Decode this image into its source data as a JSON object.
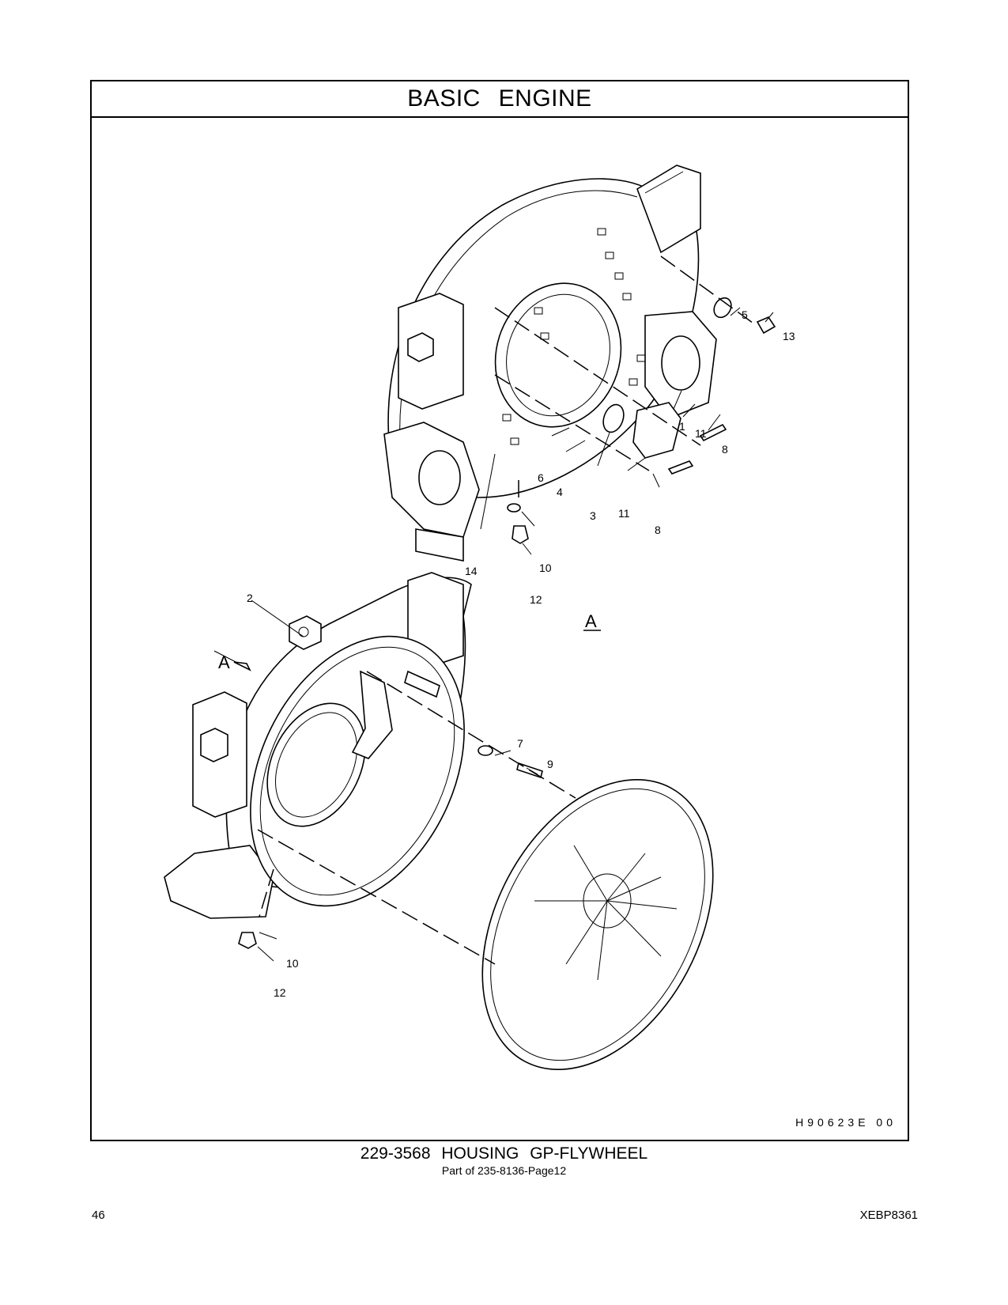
{
  "header": {
    "title": "BASIC ENGINE"
  },
  "drawing": {
    "code": "H90623E 00",
    "view_label": "A",
    "view_arrow_label": "A",
    "callouts_upper": [
      "5",
      "13",
      "1",
      "11",
      "8",
      "6",
      "4",
      "3",
      "11",
      "8",
      "14",
      "10",
      "12"
    ],
    "callouts_lower": [
      "2",
      "7",
      "9",
      "10",
      "12"
    ]
  },
  "caption": {
    "title": "229-3568 HOUSING GP-FLYWHEEL",
    "subtitle": "Part of 235-8136-Page12"
  },
  "footer": {
    "page_number": "46",
    "document_code": "XEBP8361"
  }
}
